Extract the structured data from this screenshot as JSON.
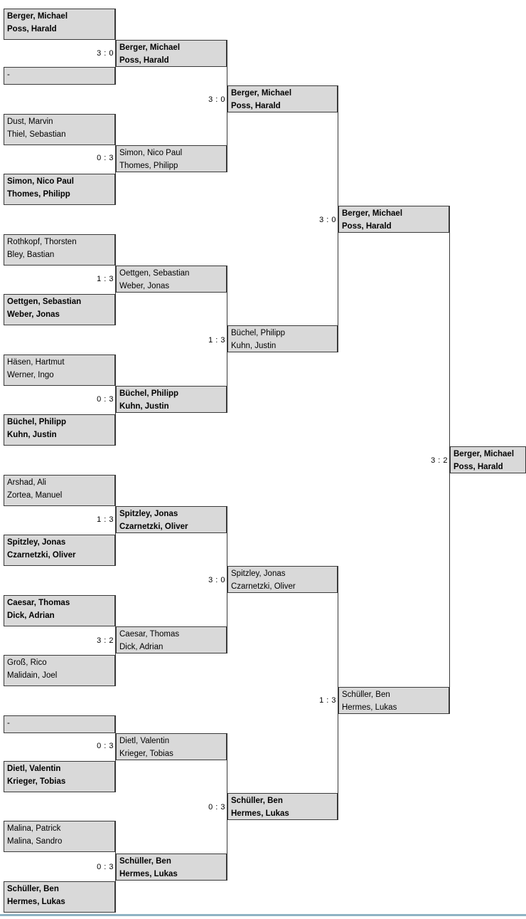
{
  "meta": {
    "title": "Doppel-Turnierbaum",
    "accent_color": "#8fb3c4",
    "box_fill": "#d9d9d9",
    "box_border": "#3a3a3a",
    "placeholder": "-"
  },
  "round1": [
    {
      "l1": "Berger, Michael",
      "l2": "Poss, Harald",
      "bold": true
    },
    {
      "l1": "-",
      "l2": "",
      "bold": false,
      "single": true
    },
    {
      "l1": "Dust, Marvin",
      "l2": "Thiel, Sebastian",
      "bold": false
    },
    {
      "l1": "Simon, Nico Paul",
      "l2": "Thomes, Philipp",
      "bold": true
    },
    {
      "l1": "Rothkopf, Thorsten",
      "l2": "Bley, Bastian",
      "bold": false
    },
    {
      "l1": "Oettgen, Sebastian",
      "l2": "Weber, Jonas",
      "bold": true
    },
    {
      "l1": "Häsen, Hartmut",
      "l2": "Werner, Ingo",
      "bold": false
    },
    {
      "l1": "Büchel, Philipp",
      "l2": "Kuhn, Justin",
      "bold": true
    },
    {
      "l1": "Arshad, Ali",
      "l2": "Zortea, Manuel",
      "bold": false
    },
    {
      "l1": "Spitzley, Jonas",
      "l2": "Czarnetzki, Oliver",
      "bold": true
    },
    {
      "l1": "Caesar, Thomas",
      "l2": "Dick, Adrian",
      "bold": true
    },
    {
      "l1": "Groß, Rico",
      "l2": "Malidain, Joel",
      "bold": false
    },
    {
      "l1": "-",
      "l2": "",
      "bold": false,
      "single": true
    },
    {
      "l1": "Dietl, Valentin",
      "l2": "Krieger, Tobias",
      "bold": true
    },
    {
      "l1": "Malina, Patrick",
      "l2": "Malina, Sandro",
      "bold": false
    },
    {
      "l1": "Schüller, Ben",
      "l2": "Hermes, Lukas",
      "bold": true
    }
  ],
  "round1_scores": [
    "3 : 0",
    "0 : 3",
    "1 : 3",
    "0 : 3",
    "1 : 3",
    "3 : 2",
    "0 : 3",
    "0 : 3"
  ],
  "round2": [
    {
      "l1": "Berger, Michael",
      "l2": "Poss, Harald",
      "bold": true
    },
    {
      "l1": "Simon, Nico Paul",
      "l2": "Thomes, Philipp",
      "bold": false
    },
    {
      "l1": "Oettgen, Sebastian",
      "l2": "Weber, Jonas",
      "bold": false
    },
    {
      "l1": "Büchel, Philipp",
      "l2": "Kuhn, Justin",
      "bold": true
    },
    {
      "l1": "Spitzley, Jonas",
      "l2": "Czarnetzki, Oliver",
      "bold": true
    },
    {
      "l1": "Caesar, Thomas",
      "l2": "Dick, Adrian",
      "bold": false
    },
    {
      "l1": "Dietl, Valentin",
      "l2": "Krieger, Tobias",
      "bold": false
    },
    {
      "l1": "Schüller, Ben",
      "l2": "Hermes, Lukas",
      "bold": true
    }
  ],
  "round2_scores": [
    "3 : 0",
    "1 : 3",
    "3 : 0",
    "0 : 3"
  ],
  "round3": [
    {
      "l1": "Berger, Michael",
      "l2": "Poss, Harald",
      "bold": true
    },
    {
      "l1": "Büchel, Philipp",
      "l2": "Kuhn, Justin",
      "bold": false
    },
    {
      "l1": "Spitzley, Jonas",
      "l2": "Czarnetzki, Oliver",
      "bold": false
    },
    {
      "l1": "Schüller, Ben",
      "l2": "Hermes, Lukas",
      "bold": true
    }
  ],
  "round3_scores": [
    "3 : 0",
    "1 : 3"
  ],
  "round4": [
    {
      "l1": "Berger, Michael",
      "l2": "Poss, Harald",
      "bold": true
    },
    {
      "l1": "Schüller, Ben",
      "l2": "Hermes, Lukas",
      "bold": false
    }
  ],
  "round4_scores": [
    "3 : 2"
  ],
  "round5": [
    {
      "l1": "Berger, Michael",
      "l2": "Poss, Harald",
      "bold": true
    }
  ]
}
